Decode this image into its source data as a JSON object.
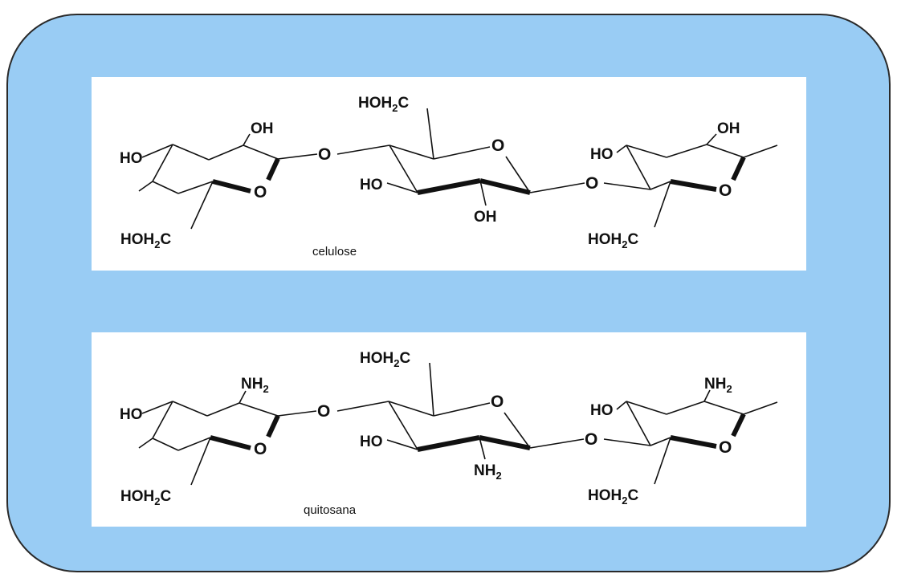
{
  "colors": {
    "frame_fill": "#99ccf4",
    "frame_border": "#2a2a2a",
    "panel_fill": "#ffffff",
    "ink": "#111111"
  },
  "cellulose": {
    "caption": "celulose",
    "labels": {
      "ho_left": "HO",
      "oh_top": "OH",
      "o_ring1": "O",
      "hoh2c_bottom_left": "HOH",
      "hoh2c_bottom_left_sub": "2",
      "hoh2c_bottom_left_end": "C",
      "o_link1": "O",
      "hoh2c_top": "HOH",
      "hoh2c_top_sub": "2",
      "hoh2c_top_end": "C",
      "o_ring2": "O",
      "ho_mid": "HO",
      "oh_mid": "OH",
      "o_link2": "O",
      "ho_right": "HO",
      "oh_right": "OH",
      "o_ring3": "O",
      "hoh2c_bottom_right": "HOH",
      "hoh2c_bottom_right_sub": "2",
      "hoh2c_bottom_right_end": "C"
    }
  },
  "chitosan": {
    "caption": "quitosana",
    "labels": {
      "ho_left": "HO",
      "nh2_top": "NH",
      "nh2_top_sub": "2",
      "o_ring1": "O",
      "hoh2c_bottom_left": "HOH",
      "hoh2c_bottom_left_sub": "2",
      "hoh2c_bottom_left_end": "C",
      "o_link1": "O",
      "hoh2c_top": "HOH",
      "hoh2c_top_sub": "2",
      "hoh2c_top_end": "C",
      "o_ring2": "O",
      "ho_mid": "HO",
      "nh2_mid": "NH",
      "nh2_mid_sub": "2",
      "o_link2": "O",
      "ho_right": "HO",
      "nh2_right": "NH",
      "nh2_right_sub": "2",
      "o_ring3": "O",
      "hoh2c_bottom_right": "HOH",
      "hoh2c_bottom_right_sub": "2",
      "hoh2c_bottom_right_end": "C"
    }
  }
}
